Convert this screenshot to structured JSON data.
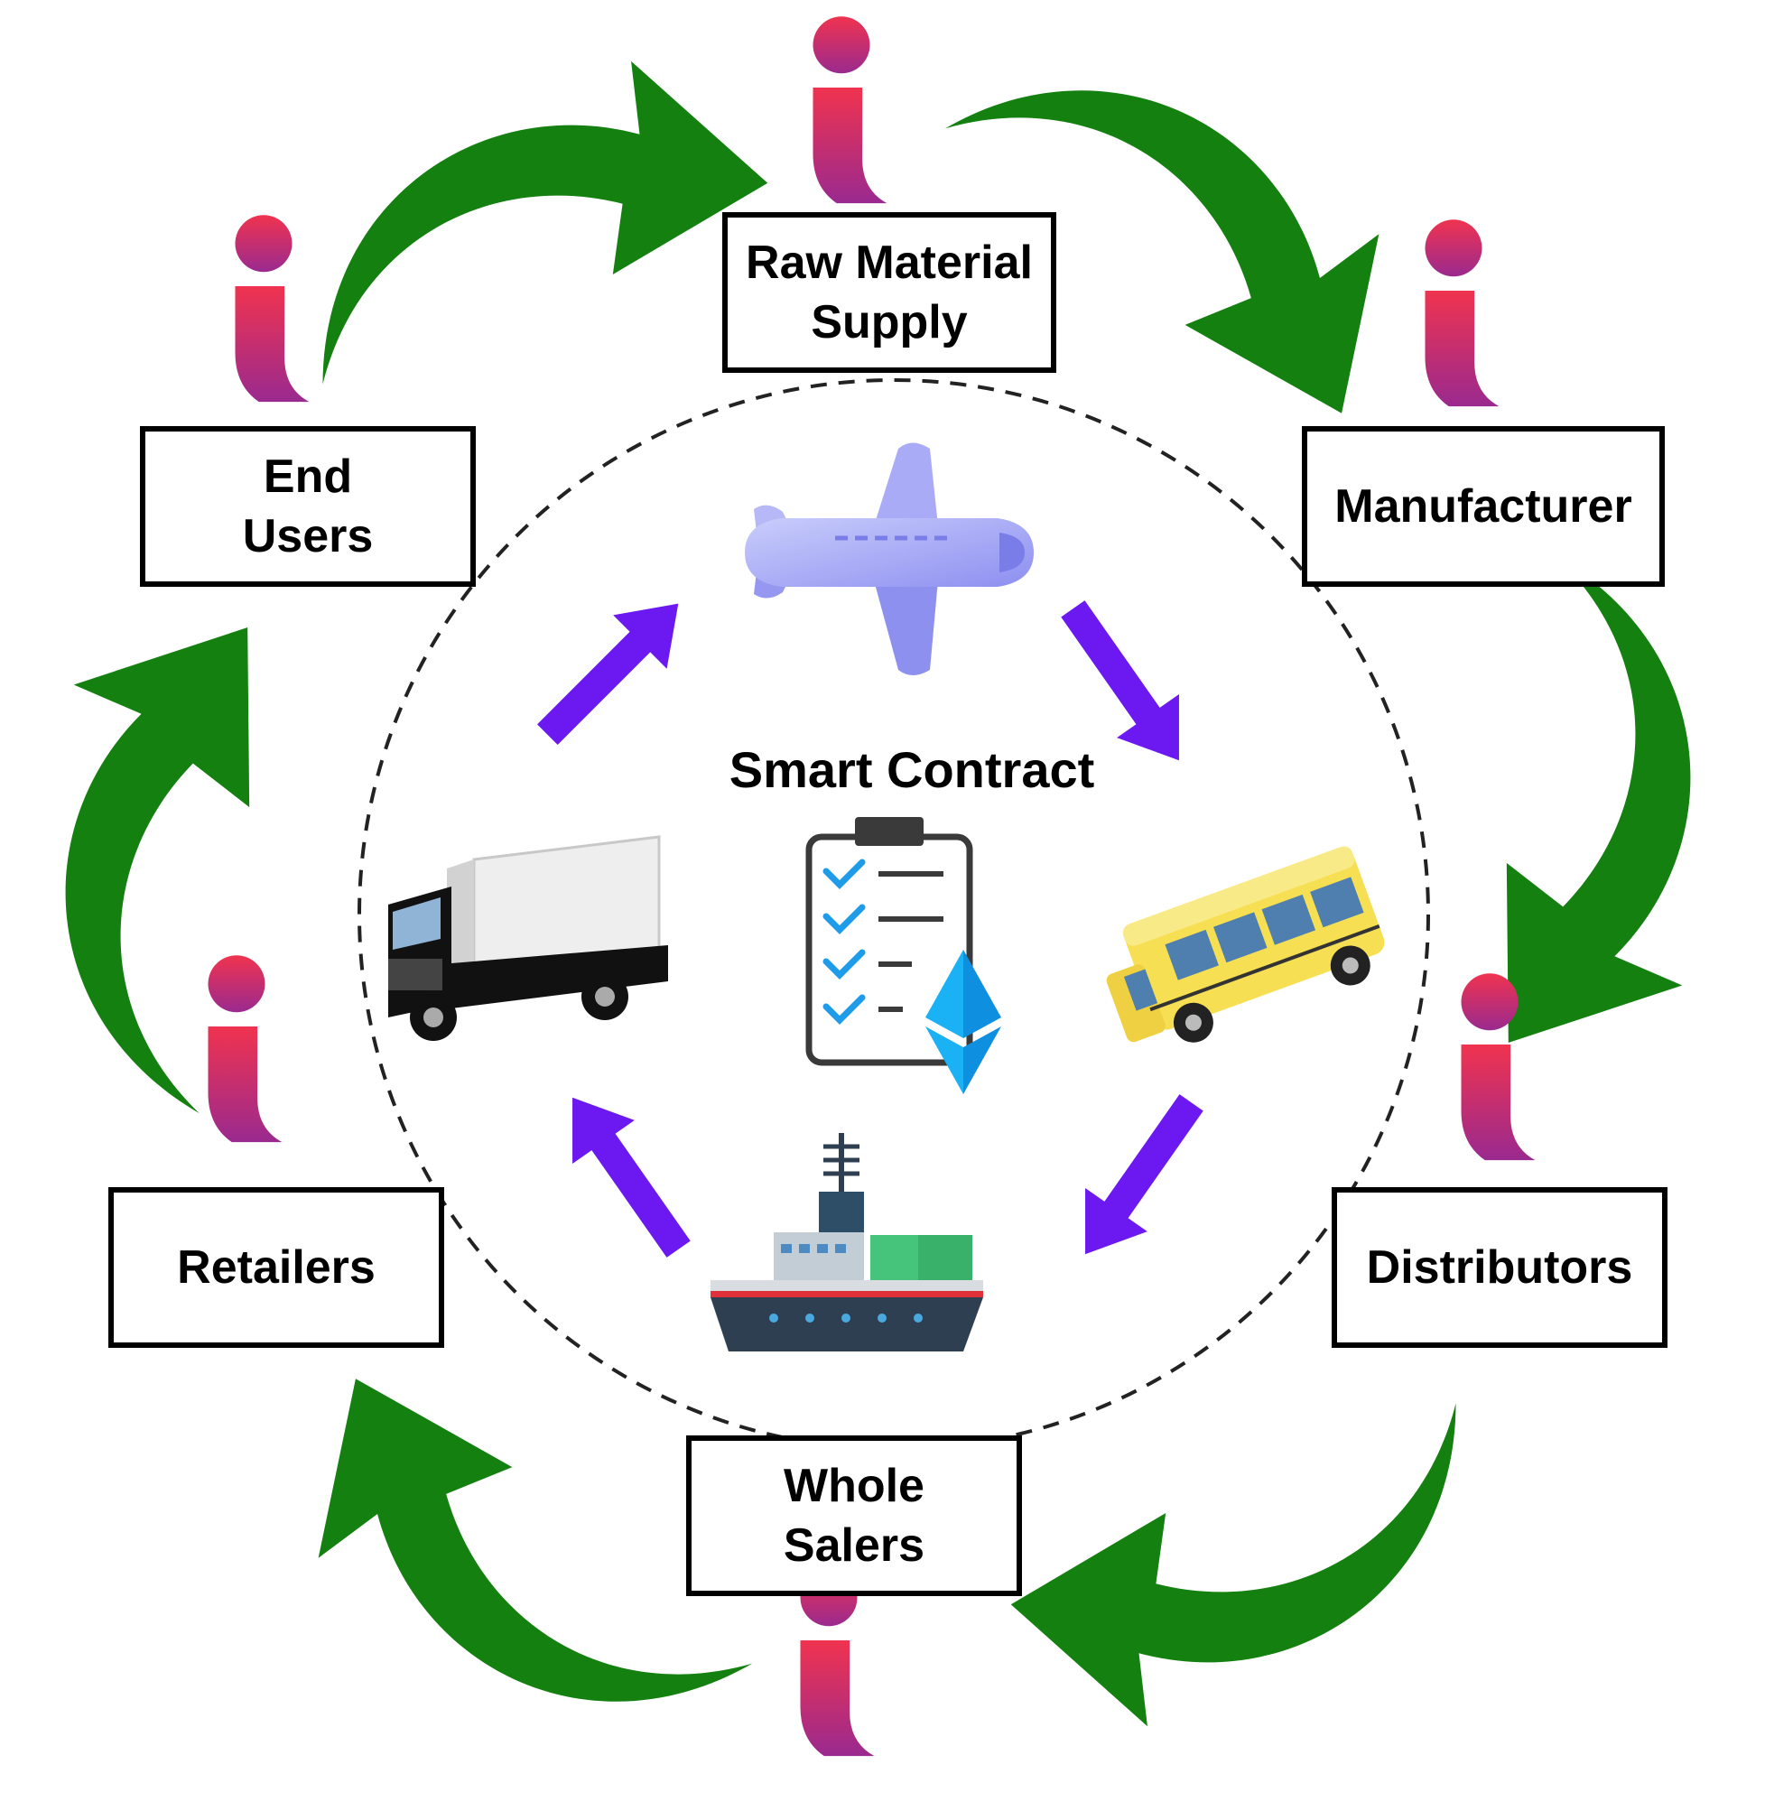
{
  "center": {
    "title": "Smart Contract"
  },
  "stages": {
    "raw_material": {
      "line1": "Raw Material",
      "line2": "Supply"
    },
    "manufacturer": {
      "line1": "Manufacturer"
    },
    "distributors": {
      "line1": "Distributors"
    },
    "wholesalers": {
      "line1": "Whole",
      "line2": "Salers"
    },
    "retailers": {
      "line1": "Retailers"
    },
    "end_users": {
      "line1": "End",
      "line2": "Users"
    }
  },
  "colors": {
    "outer_arrow": "#13800f",
    "inner_arrow": "#6c18f0",
    "person_top": "#f0334f",
    "person_bottom": "#9a2a8f",
    "dashed_circle": "#222222"
  },
  "icons": [
    "airplane-icon",
    "bus-icon",
    "ship-icon",
    "truck-icon",
    "clipboard-checklist-icon",
    "ethereum-icon",
    "person-icon"
  ]
}
